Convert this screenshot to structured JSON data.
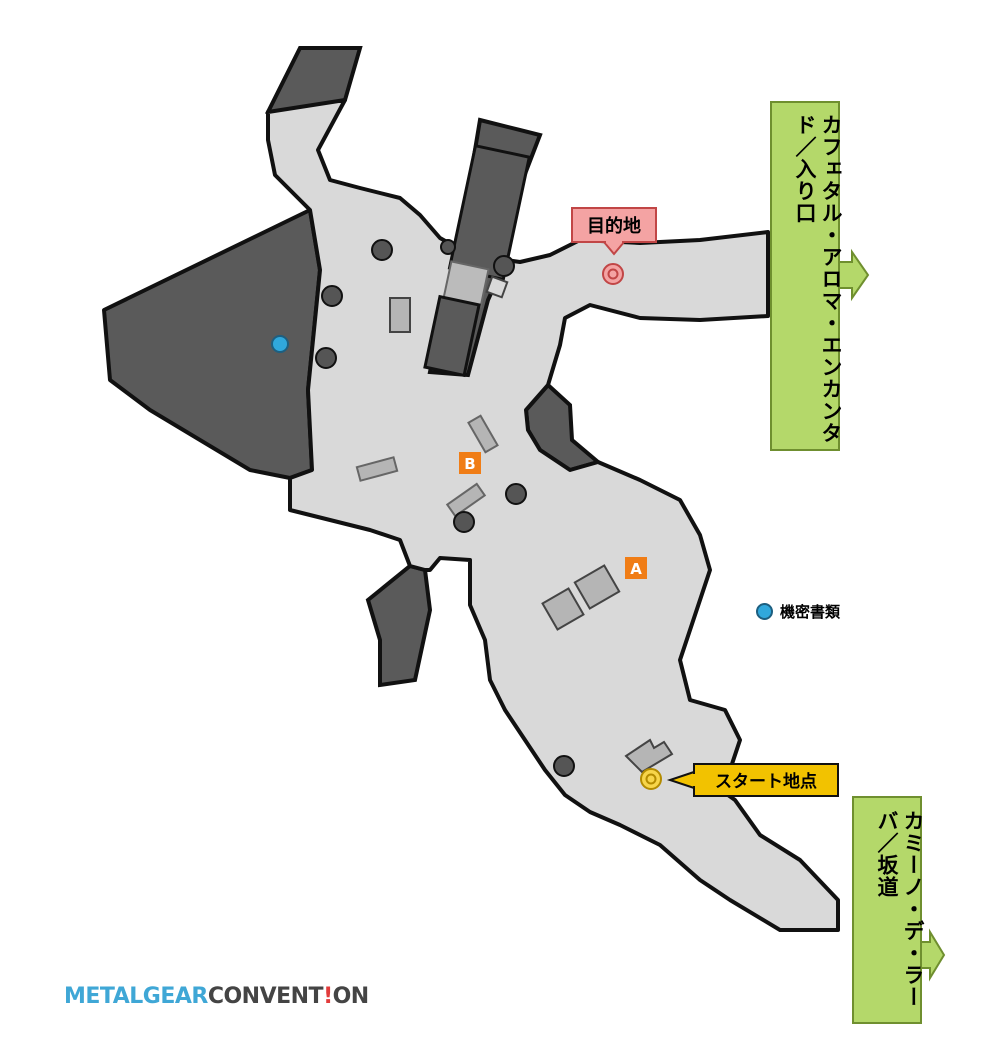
{
  "map": {
    "destination_label": "目的地",
    "start_label": "スタート地点",
    "marker_a": "A",
    "marker_b": "B",
    "exit_north_label": "カフェタル・アロマ・エンカンタド／入り口",
    "exit_south_label": "カミーノ・デ・ラーバ／坂道",
    "legend": {
      "documents_label": "機密書類"
    },
    "colors": {
      "floor": "#d9d9d9",
      "wall": "#5a5a5a",
      "outline": "#111111",
      "destination": "#e87f7f",
      "start": "#f2c200",
      "exit": "#b4d86a",
      "marker_orange": "#f07d16",
      "document": "#30a8dc"
    }
  },
  "logo": {
    "part1": "METALGEAR",
    "part2": "CONVENT",
    "part3": "!",
    "part4": "ON"
  }
}
